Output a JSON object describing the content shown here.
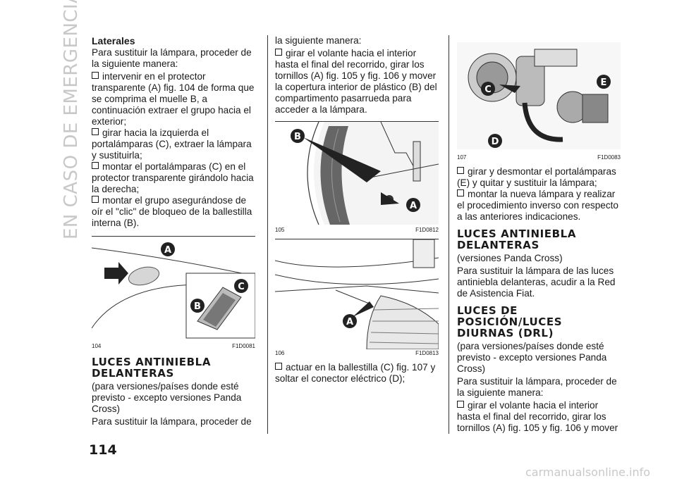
{
  "sidebar": {
    "section_title": "EN CASO DE EMERGENCIA"
  },
  "page": {
    "number": "114",
    "watermark": "carmanualsonline.info"
  },
  "col1": {
    "subheading": "Laterales",
    "intro": "Para sustituir la lámpara, proceder de la siguiente manera:",
    "bullets": [
      "intervenir en el protector transparente (A) fig. 104 de forma que se comprima el muelle B, a continuación extraer el grupo hacia el exterior;",
      "girar hacia la izquierda el portalámparas (C), extraer la lámpara y sustituirla;",
      "montar el portalámparas (C) en el protector transparente girándolo hacia la derecha;",
      "montar el grupo asegurándose de oír el \"clic\" de bloqueo de la ballestilla interna (B)."
    ],
    "figure": {
      "number": "104",
      "code": "F1D0081",
      "labels": [
        "A",
        "B",
        "C"
      ]
    },
    "heading": "LUCES ANTINIEBLA DELANTERAS",
    "para1": "(para versiones/países donde esté previsto - excepto versiones Panda Cross)",
    "para2": "Para sustituir la lámpara, proceder de"
  },
  "col2": {
    "intro": "la siguiente manera:",
    "bullet1": "girar el volante hacia el interior hasta el final del recorrido, girar los tornillos (A) fig. 105 y fig. 106 y mover la copertura interior de plástico (B) del compartimento pasarrueda para acceder a la lámpara.",
    "figure1": {
      "number": "105",
      "code": "F1D0812",
      "labels": [
        "B",
        "A"
      ]
    },
    "figure2": {
      "number": "106",
      "code": "F1D0813",
      "labels": [
        "A"
      ]
    },
    "bullet2": "actuar en la ballestilla (C) fig. 107 y soltar el conector eléctrico (D);"
  },
  "col3": {
    "figure": {
      "number": "107",
      "code": "F1D0083",
      "labels": [
        "E",
        "C",
        "D"
      ]
    },
    "bullets": [
      "girar y desmontar el portalámparas (E) y quitar y sustituir la lámpara;",
      "montar la nueva lámpara y realizar el procedimiento inverso con respecto a las anteriores indicaciones."
    ],
    "heading1": "LUCES ANTINIEBLA DELANTERAS",
    "para1": "(versiones Panda Cross)",
    "para2": "Para sustituir la lámpara de las luces antiniebla delanteras, acudir a la Red de Asistencia Fiat.",
    "heading2": "LUCES DE POSICIÓN/LUCES DIURNAS (DRL)",
    "para3": "(para versiones/países donde esté previsto - excepto versiones Panda Cross)",
    "para4": "Para sustituir la lámpara, proceder de la siguiente manera:",
    "bullet_last": "girar el volante hacia el interior hasta el final del recorrido, girar los tornillos (A) fig. 105 y fig. 106 y mover"
  }
}
